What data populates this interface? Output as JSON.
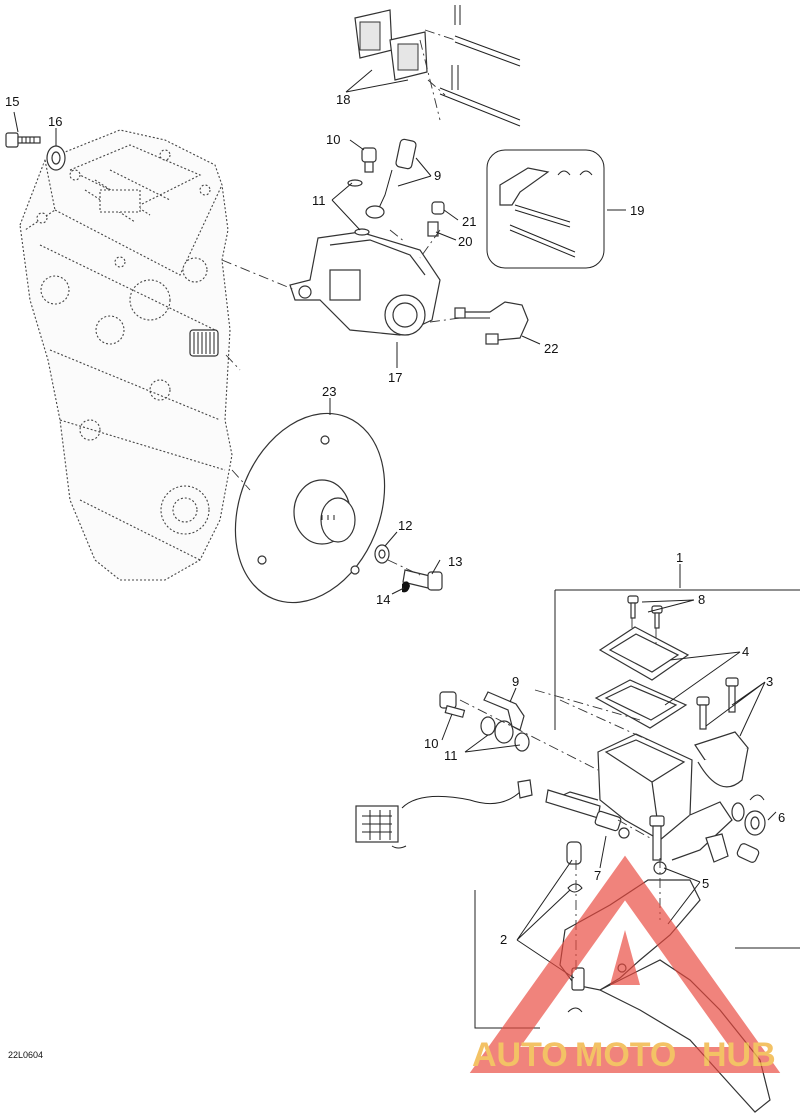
{
  "diagram": {
    "code": "22L0604",
    "watermark": {
      "auto": "AUTO",
      "moto": "MOTO",
      "hub": "HUB",
      "colors": {
        "triangle": "#e8483f",
        "text": "#f2b84b"
      }
    },
    "callouts": [
      {
        "id": "c1",
        "text": "1"
      },
      {
        "id": "c2",
        "text": "2"
      },
      {
        "id": "c3",
        "text": "3"
      },
      {
        "id": "c4",
        "text": "4"
      },
      {
        "id": "c5",
        "text": "5"
      },
      {
        "id": "c6",
        "text": "6"
      },
      {
        "id": "c7",
        "text": "7"
      },
      {
        "id": "c8",
        "text": "8"
      },
      {
        "id": "c9a",
        "text": "9"
      },
      {
        "id": "c9b",
        "text": "9"
      },
      {
        "id": "c10a",
        "text": "10"
      },
      {
        "id": "c10b",
        "text": "10"
      },
      {
        "id": "c11a",
        "text": "11"
      },
      {
        "id": "c11b",
        "text": "11"
      },
      {
        "id": "c12",
        "text": "12"
      },
      {
        "id": "c13",
        "text": "13"
      },
      {
        "id": "c14",
        "text": "14"
      },
      {
        "id": "c15",
        "text": "15"
      },
      {
        "id": "c16",
        "text": "16"
      },
      {
        "id": "c17",
        "text": "17"
      },
      {
        "id": "c18",
        "text": "18"
      },
      {
        "id": "c19",
        "text": "19"
      },
      {
        "id": "c20",
        "text": "20"
      },
      {
        "id": "c21",
        "text": "21"
      },
      {
        "id": "c22",
        "text": "22"
      },
      {
        "id": "c23",
        "text": "23"
      }
    ]
  }
}
